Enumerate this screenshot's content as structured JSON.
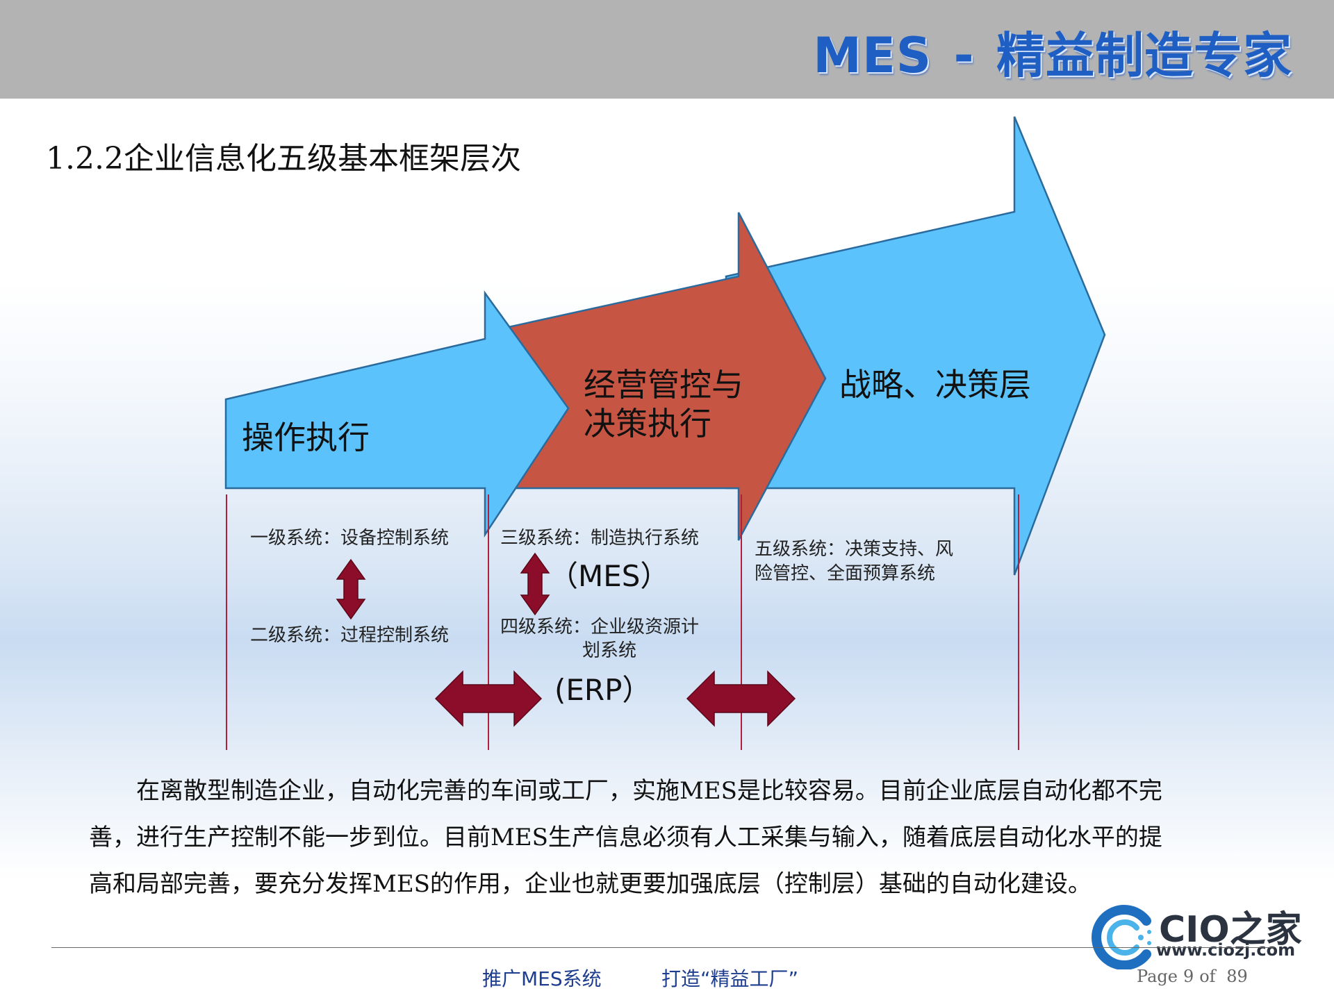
{
  "header": {
    "brand_left": "MES",
    "brand_dash": "-",
    "brand_right": "精益制造专家"
  },
  "title": "1.2.2企业信息化五级基本框架层次",
  "arrows": {
    "left": {
      "label": "操作执行",
      "color": "#5bc2fb"
    },
    "middle": {
      "line1": "经营管控与",
      "line2": "决策执行",
      "color": "#c65543"
    },
    "right": {
      "label": "战略、决策层",
      "color": "#5bc2fb"
    }
  },
  "systems": {
    "level1": "一级系统：设备控制系统",
    "level2": "二级系统：过程控制系统",
    "level3": "三级系统：制造执行系统",
    "level3_paren": "（MES）",
    "level4_line1": "四级系统：企业级资源计",
    "level4_line2": "划系统",
    "level4_paren": "(ERP）",
    "level5_line1": "五级系统：决策支持、风",
    "level5_line2": "险管控、全面预算系统"
  },
  "connector_color": "#8b0d2a",
  "paragraph": [
    "在离散型制造企业，自动化完善的车间或工厂，实施MES是比较容易。目前企业底层自动化都不完",
    "善，进行生产控制不能一步到位。目前MES生产信息必须有人工采集与输入，随着底层自动化水平的提",
    "高和局部完善，要充分发挥MES的作用，企业也就更要加强底层（控制层）基础的自动化建设。"
  ],
  "footer": {
    "slogan_left": "推广MES系统",
    "slogan_right": "打造“精益工厂”",
    "page_word": "Page",
    "page_num": "9",
    "of_word": "of",
    "page_total": "89",
    "logo_text": "CIO之家",
    "logo_url": "www.ciozj.com"
  }
}
